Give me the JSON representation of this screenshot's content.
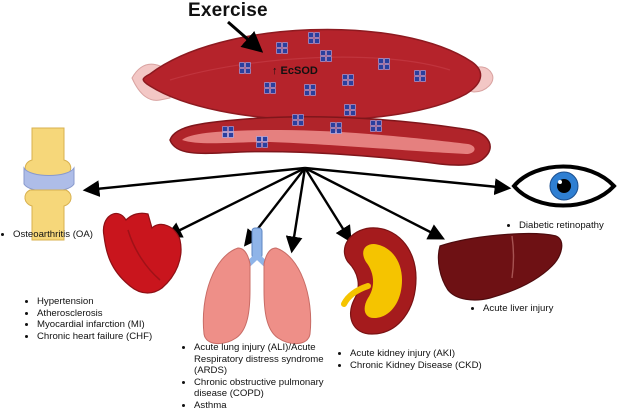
{
  "title": "Exercise",
  "muscle_label": "↑ EcSOD",
  "diseases": {
    "joint": [
      "Osteoarthritis (OA)"
    ],
    "heart": [
      "Hypertension",
      "Atherosclerosis",
      "Myocardial infarction (MI)",
      "Chronic heart failure (CHF)"
    ],
    "lung": [
      "Acute lung injury (ALI)/Acute Respiratory distress syndrome (ARDS)",
      "Chronic obstructive pulmonary disease  (COPD)",
      "Asthma"
    ],
    "kidney": [
      "Acute kidney injury (AKI)",
      "Chronic Kidney Disease (CKD)"
    ],
    "liver": [
      "Acute liver injury"
    ],
    "eye": [
      "Diabetic retinopathy"
    ]
  },
  "colors": {
    "muscle": "#b5232b",
    "vessel": "#b0242a",
    "heart": "#c9151d",
    "lung": "#ee8f88",
    "kidney": "#a51b1d",
    "kidney_inner": "#f5c400",
    "liver": "#6e1114",
    "bone": "#f6d77a",
    "cartilage": "#aebde8",
    "iris": "#2f7fd2",
    "enzyme": "#2a3f9e"
  },
  "icons": [
    "muscle-icon",
    "blood-vessel-icon",
    "knee-joint-icon",
    "heart-icon",
    "lungs-icon",
    "kidney-icon",
    "liver-icon",
    "eye-icon"
  ]
}
